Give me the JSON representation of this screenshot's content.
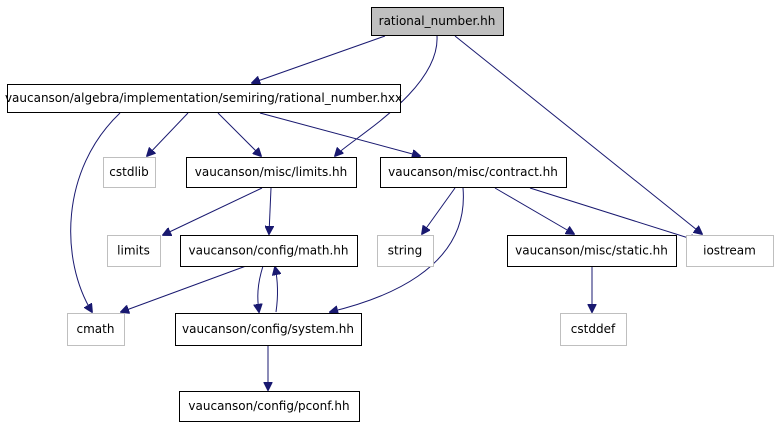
{
  "graph": {
    "nodes": [
      {
        "id": "rational_number_hh",
        "label": "rational_number.hh",
        "style": "highlighted"
      },
      {
        "id": "rational_number_hxx",
        "label": "vaucanson/algebra/implementation/semiring/rational_number.hxx",
        "style": "normal"
      },
      {
        "id": "cstdlib",
        "label": "cstdlib",
        "style": "external"
      },
      {
        "id": "misc_limits",
        "label": "vaucanson/misc/limits.hh",
        "style": "normal"
      },
      {
        "id": "misc_contract",
        "label": "vaucanson/misc/contract.hh",
        "style": "normal"
      },
      {
        "id": "limits",
        "label": "limits",
        "style": "external"
      },
      {
        "id": "config_math",
        "label": "vaucanson/config/math.hh",
        "style": "normal"
      },
      {
        "id": "string",
        "label": "string",
        "style": "external"
      },
      {
        "id": "misc_static",
        "label": "vaucanson/misc/static.hh",
        "style": "normal"
      },
      {
        "id": "iostream",
        "label": "iostream",
        "style": "external"
      },
      {
        "id": "cmath",
        "label": "cmath",
        "style": "external"
      },
      {
        "id": "config_system",
        "label": "vaucanson/config/system.hh",
        "style": "normal"
      },
      {
        "id": "cstddef",
        "label": "cstddef",
        "style": "external"
      },
      {
        "id": "config_pconf",
        "label": "vaucanson/config/pconf.hh",
        "style": "normal"
      }
    ],
    "edges": [
      {
        "from": "rational_number_hh",
        "to": "rational_number_hxx"
      },
      {
        "from": "rational_number_hh",
        "to": "misc_limits"
      },
      {
        "from": "rational_number_hh",
        "to": "iostream"
      },
      {
        "from": "rational_number_hxx",
        "to": "cstdlib"
      },
      {
        "from": "rational_number_hxx",
        "to": "misc_limits"
      },
      {
        "from": "rational_number_hxx",
        "to": "misc_contract"
      },
      {
        "from": "rational_number_hxx",
        "to": "cmath"
      },
      {
        "from": "misc_limits",
        "to": "limits"
      },
      {
        "from": "misc_limits",
        "to": "config_math"
      },
      {
        "from": "misc_contract",
        "to": "string"
      },
      {
        "from": "misc_contract",
        "to": "misc_static"
      },
      {
        "from": "misc_contract",
        "to": "iostream"
      },
      {
        "from": "misc_contract",
        "to": "config_system"
      },
      {
        "from": "config_math",
        "to": "cmath"
      },
      {
        "from": "config_math",
        "to": "config_system"
      },
      {
        "from": "config_system",
        "to": "config_math"
      },
      {
        "from": "config_system",
        "to": "config_pconf"
      },
      {
        "from": "misc_static",
        "to": "cstddef"
      }
    ],
    "colors": {
      "edge": "#191970",
      "highlighted_fill": "#bfbfbf",
      "normal_border": "#000000",
      "external_border": "#bfbfbf",
      "external_text": "#000000",
      "background": "#ffffff"
    }
  }
}
